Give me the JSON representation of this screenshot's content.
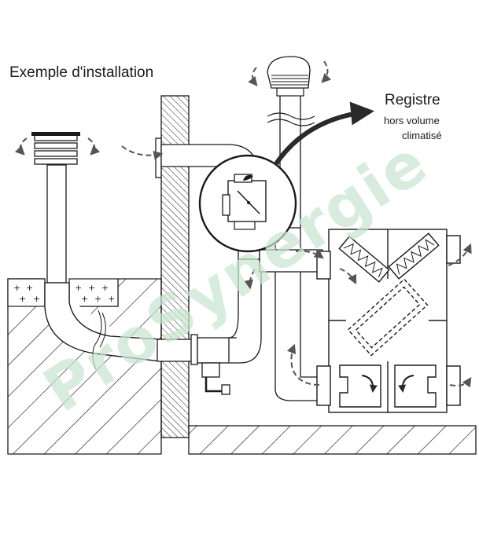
{
  "title": "Exemple d'installation",
  "register": {
    "title": "Registre",
    "line1": "hors volume",
    "line2": "climatisé"
  },
  "watermark": "ProSynergie",
  "colors": {
    "line": "#1a1a1a",
    "dashed_arrow": "#555555",
    "watermark": "#c9e6cf",
    "pointer_arrow": "#2a2a2a"
  }
}
